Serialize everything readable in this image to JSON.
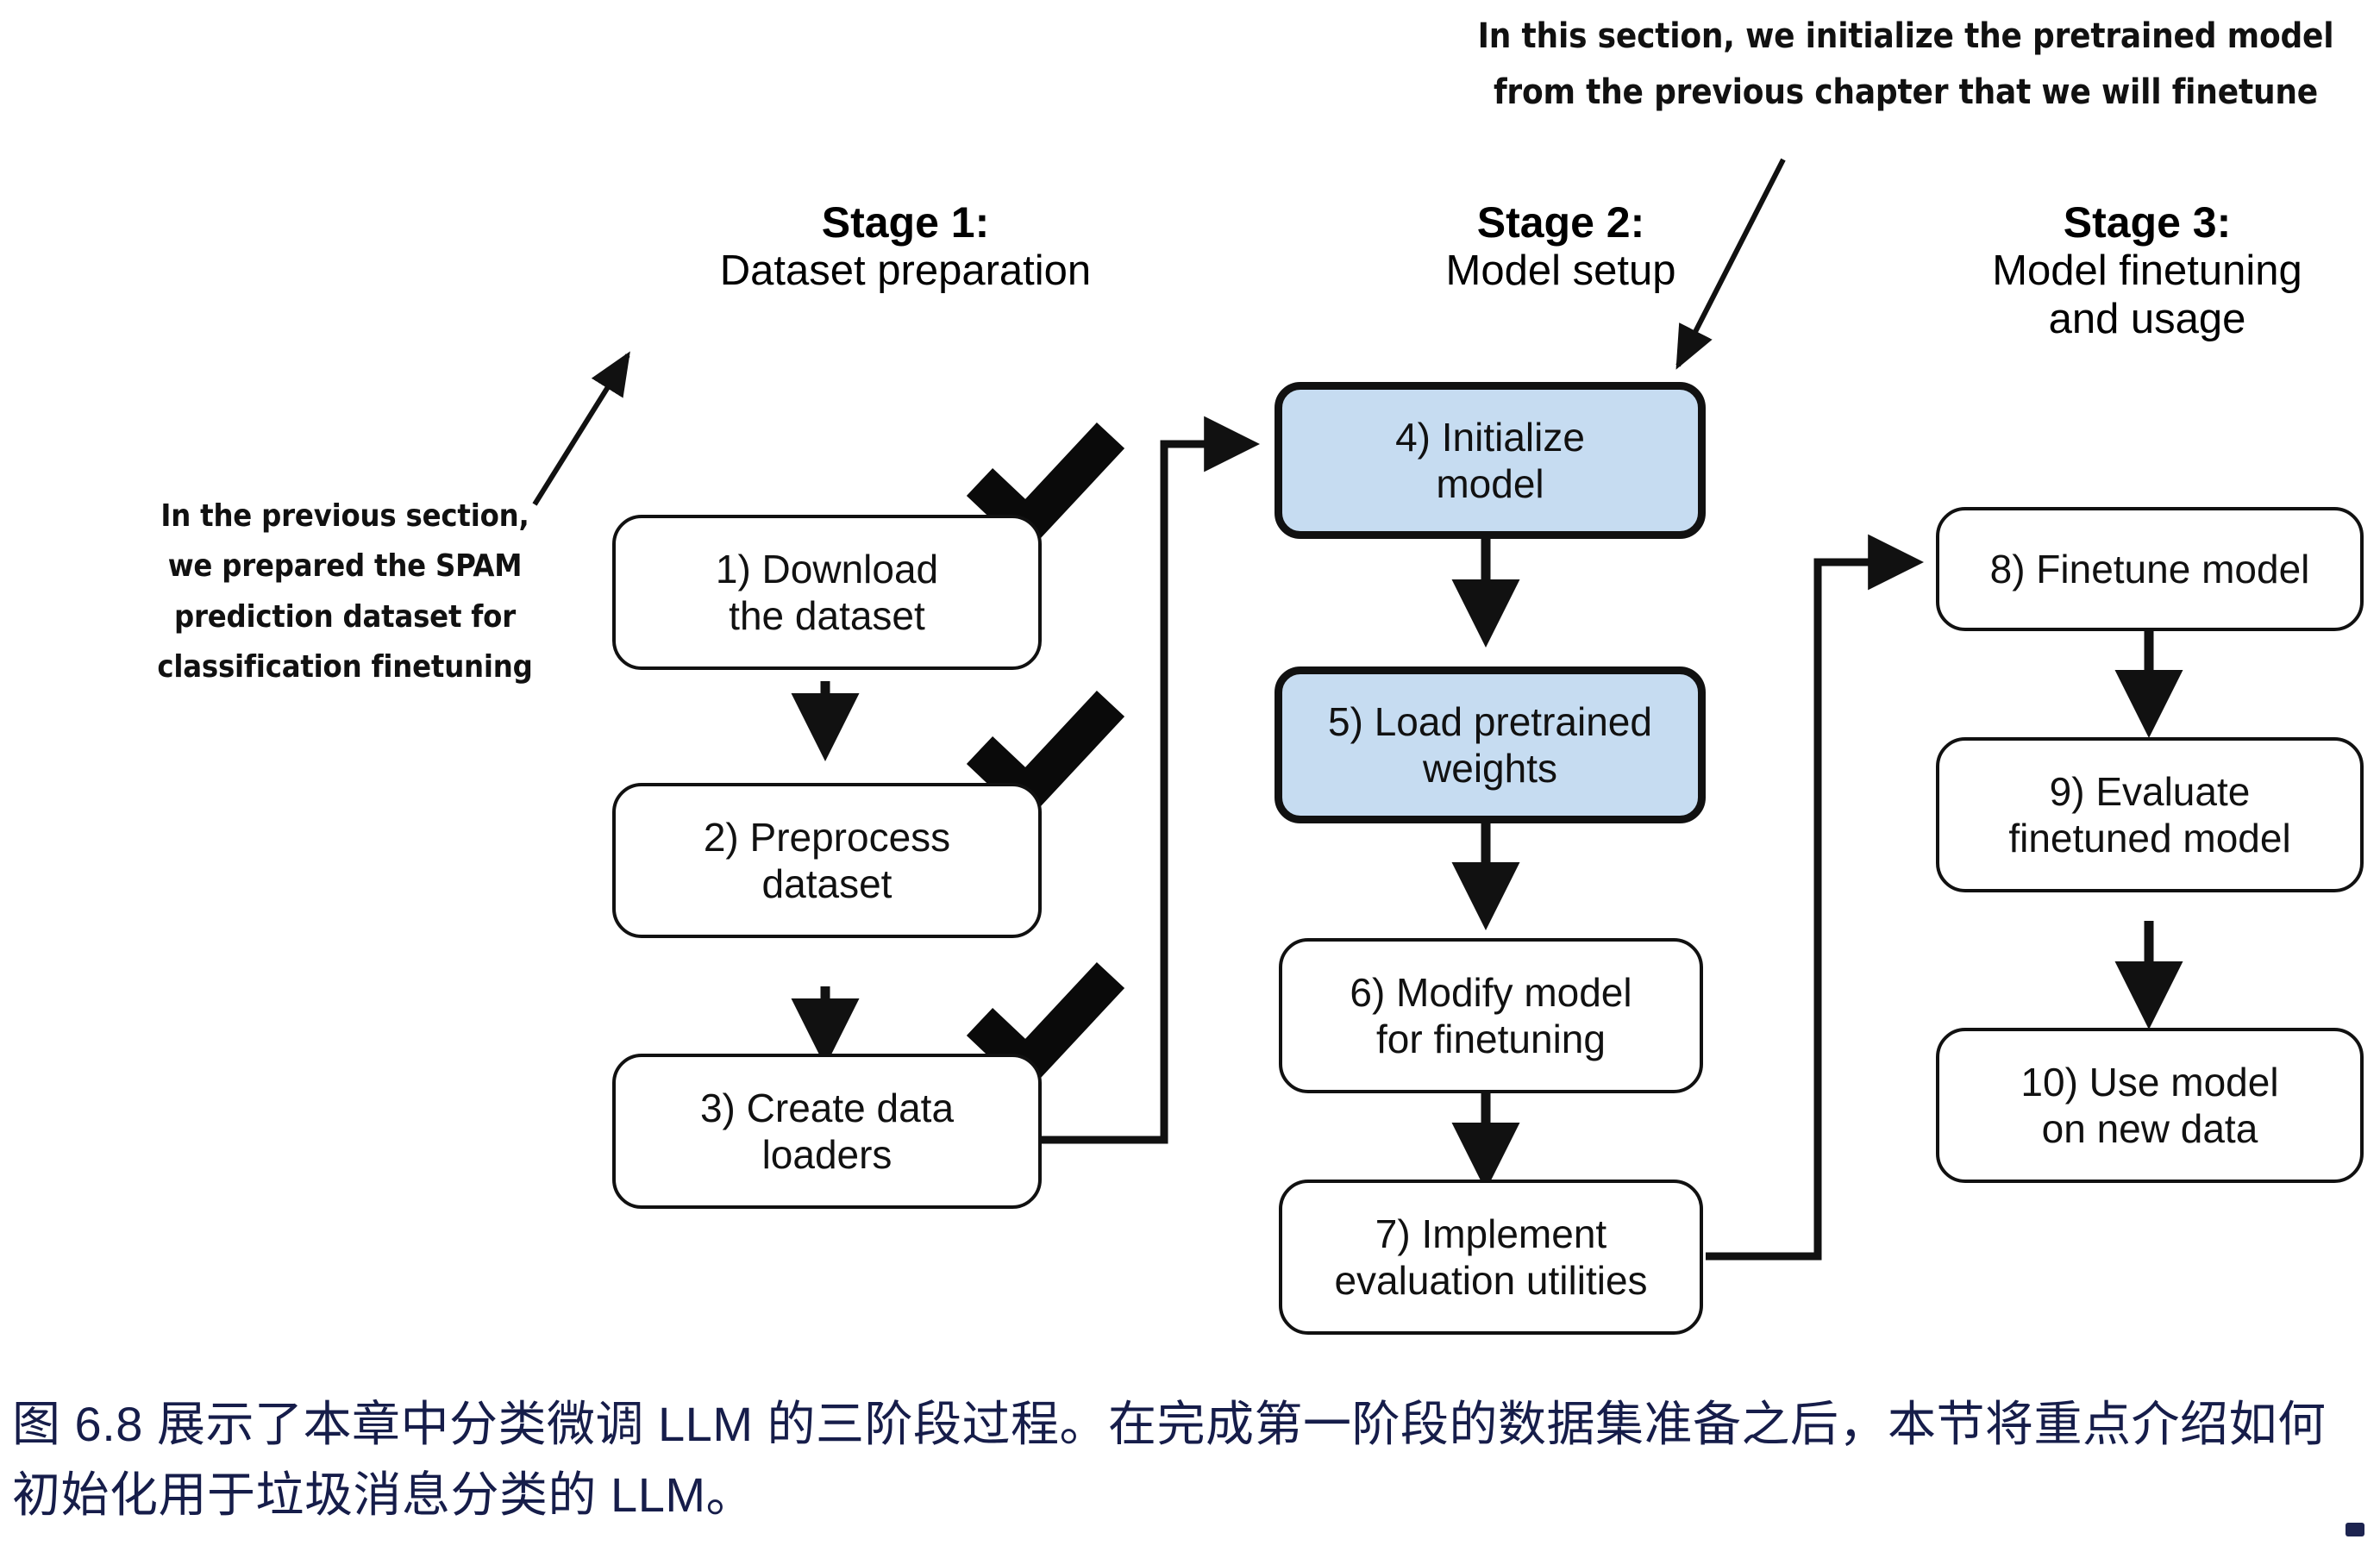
{
  "annotations": {
    "top": "In this section, we initialize the pretrained model\nfrom the previous chapter that we will finetune",
    "left": "In the previous section,\nwe prepared the SPAM\nprediction dataset for\nclassification finetuning"
  },
  "stages": [
    {
      "id": "stage-1",
      "title": "Stage 1:",
      "subtitle": "Dataset preparation"
    },
    {
      "id": "stage-2",
      "title": "Stage 2:",
      "subtitle": "Model setup"
    },
    {
      "id": "stage-3",
      "title": "Stage 3:",
      "subtitle": "Model finetuning\nand usage"
    }
  ],
  "boxes": [
    {
      "n": 1,
      "label": "1) Download\nthe dataset",
      "stage": 1,
      "done": true,
      "highlight": false
    },
    {
      "n": 2,
      "label": "2) Preprocess\ndataset",
      "stage": 1,
      "done": true,
      "highlight": false
    },
    {
      "n": 3,
      "label": "3) Create data\nloaders",
      "stage": 1,
      "done": true,
      "highlight": false
    },
    {
      "n": 4,
      "label": "4) Initialize\nmodel",
      "stage": 2,
      "done": false,
      "highlight": true
    },
    {
      "n": 5,
      "label": "5) Load pretrained\nweights",
      "stage": 2,
      "done": false,
      "highlight": true
    },
    {
      "n": 6,
      "label": "6) Modify model\nfor finetuning",
      "stage": 2,
      "done": false,
      "highlight": false
    },
    {
      "n": 7,
      "label": "7) Implement\nevaluation utilities",
      "stage": 2,
      "done": false,
      "highlight": false
    },
    {
      "n": 8,
      "label": "8) Finetune model",
      "stage": 3,
      "done": false,
      "highlight": false
    },
    {
      "n": 9,
      "label": "9) Evaluate\nfinetuned model",
      "stage": 3,
      "done": false,
      "highlight": false
    },
    {
      "n": 10,
      "label": "10) Use model\non new data",
      "stage": 3,
      "done": false,
      "highlight": false
    }
  ],
  "icons": {
    "check": "check-mark-icon",
    "arrow_down": "arrow-down-icon",
    "arrow_right": "arrow-right-icon",
    "pointer_annotation": "annotation-pointer-arrow-icon"
  },
  "colors": {
    "highlight_fill": "#c6dcf1",
    "stroke": "#111111",
    "caption_text": "#161d4a",
    "background": "#ffffff"
  },
  "caption": {
    "line1": "图 6.8 展示了本章中分类微调 LLM 的三阶段过程。在完成第一阶段的数据集准备之后，本节将重点介绍如何",
    "line2": "初始化用于垃圾消息分类的 LLM。"
  }
}
